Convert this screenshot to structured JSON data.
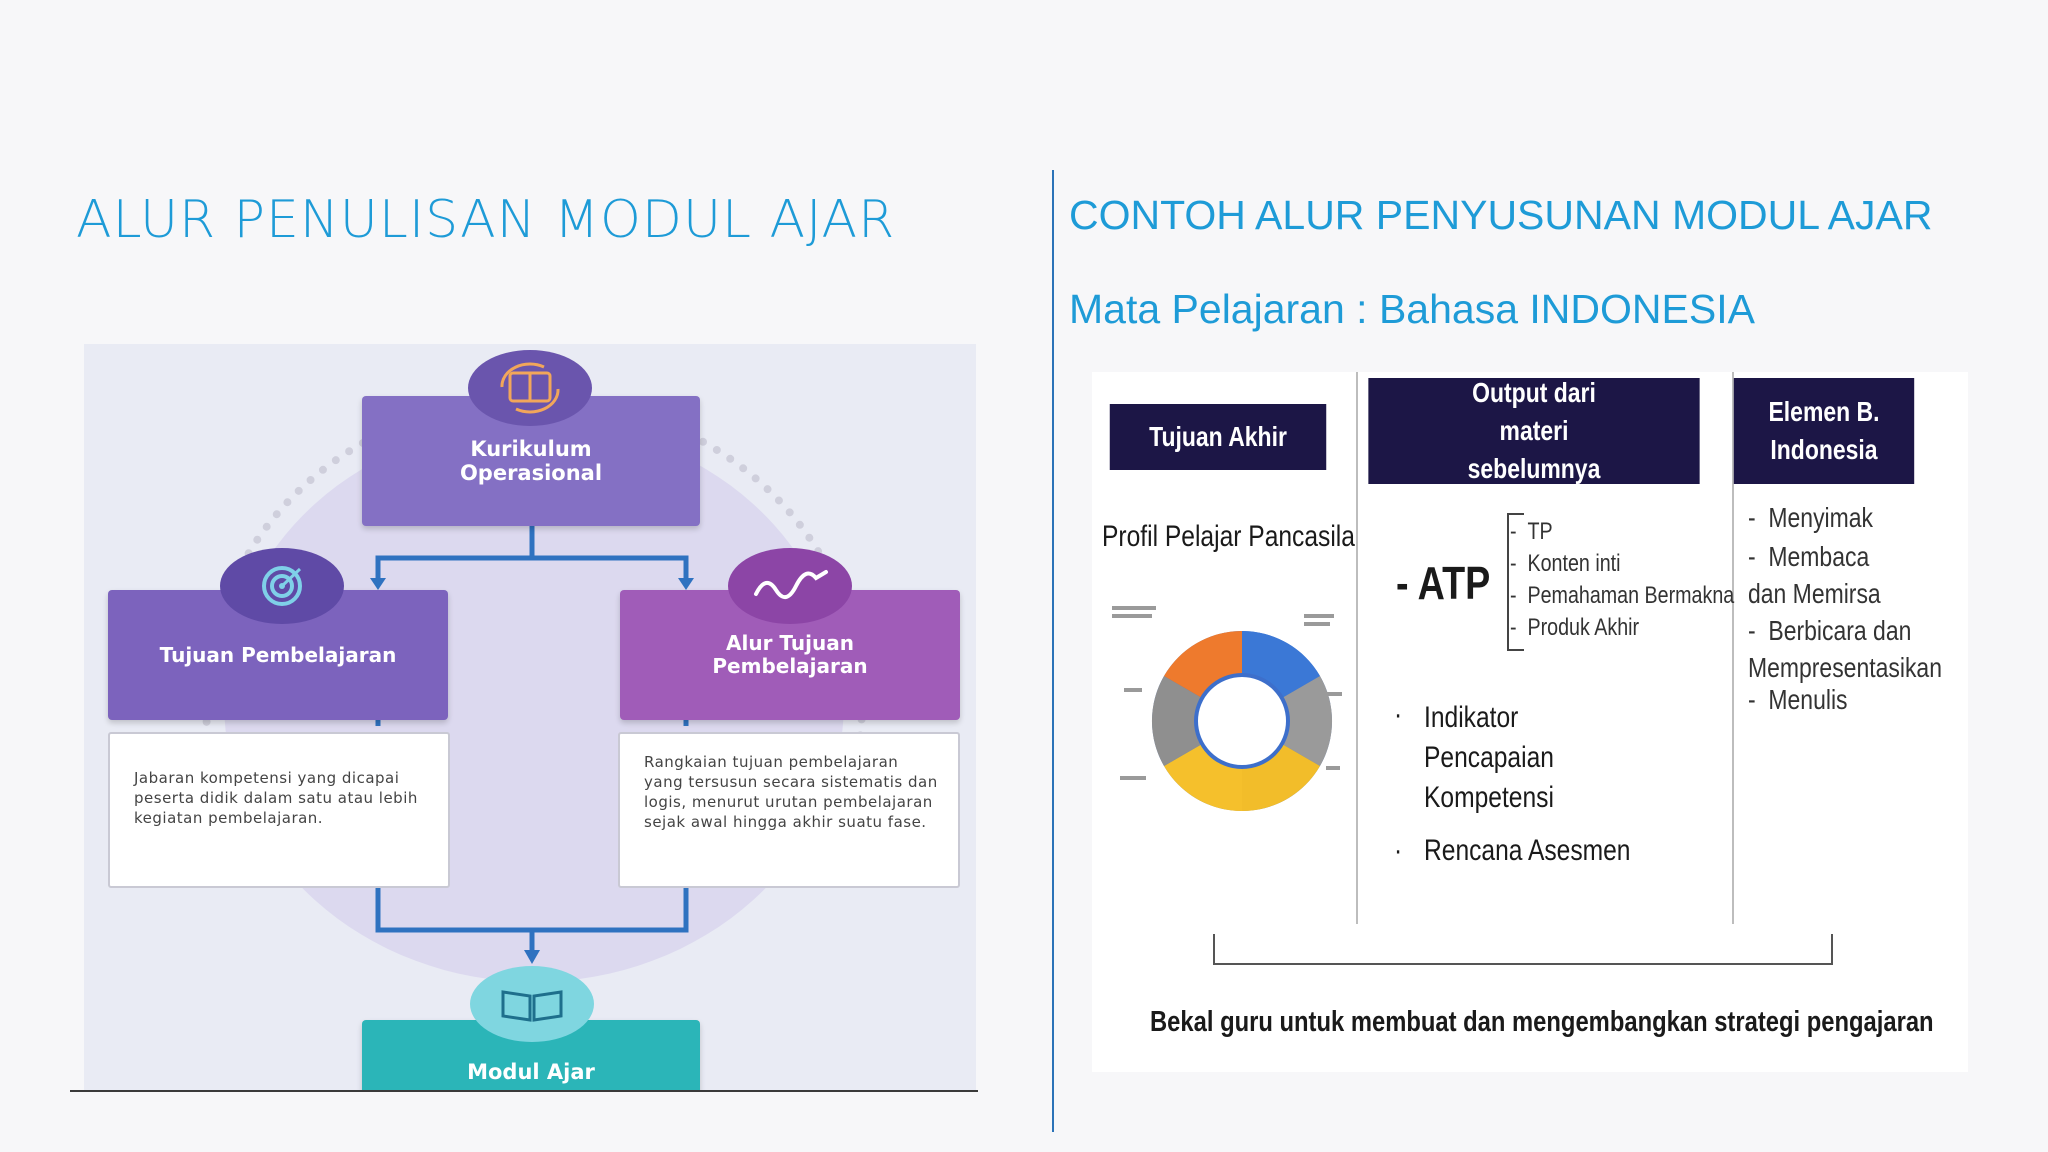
{
  "left": {
    "title": "ALUR PENULISAN MODUL AJAR",
    "diagram": {
      "top_box": "Kurikulum Operasional",
      "left_box": "Tujuan Pembelajaran",
      "right_box": "Alur Tujuan Pembelajaran",
      "left_desc": "Jabaran kompetensi yang dicapai peserta didik dalam satu atau lebih kegiatan pembelajaran.",
      "right_desc": "Rangkaian tujuan pembelajaran yang tersusun secara sistematis dan logis, menurut urutan pembelajaran sejak awal hingga akhir suatu fase.",
      "bottom_box": "Modul Ajar",
      "icons": [
        "document-cycle-icon",
        "target-icon",
        "wave-icon",
        "open-book-icon"
      ]
    }
  },
  "right": {
    "title": "CONTOH ALUR PENYUSUNAN MODUL AJAR",
    "subtitle": "Mata Pelajaran : Bahasa INDONESIA",
    "table": {
      "col1_header": "Tujuan Akhir",
      "col2_header": "Output dari materi sebelumnya",
      "col3_header": "Elemen B. Indonesia",
      "col1_text": "Profil Pelajar Pancasila",
      "atp_label": "- ATP",
      "atp_items": [
        "TP",
        "Konten inti",
        "Pemahaman Bermakna",
        "Produk Akhir"
      ],
      "indicator": "Indikator Pencapaian Kompetensi",
      "assessment": "Rencana Asesmen",
      "elements": [
        "Menyimak",
        "Membaca dan Memirsa",
        "Berbicara dan Mempresentasikan",
        "Menulis"
      ],
      "footer": "Bekal guru untuk membuat dan mengembangkan strategi pengajaran"
    }
  },
  "colors": {
    "title": "#1e9bd7",
    "divider": "#2b73b8",
    "purple_dark": "#6e5fb5",
    "purple_box": "#8470c4",
    "magenta_box": "#a05cb8",
    "teal": "#2bb5b8",
    "navy": "#1c1646",
    "connector": "#2f72c0"
  }
}
